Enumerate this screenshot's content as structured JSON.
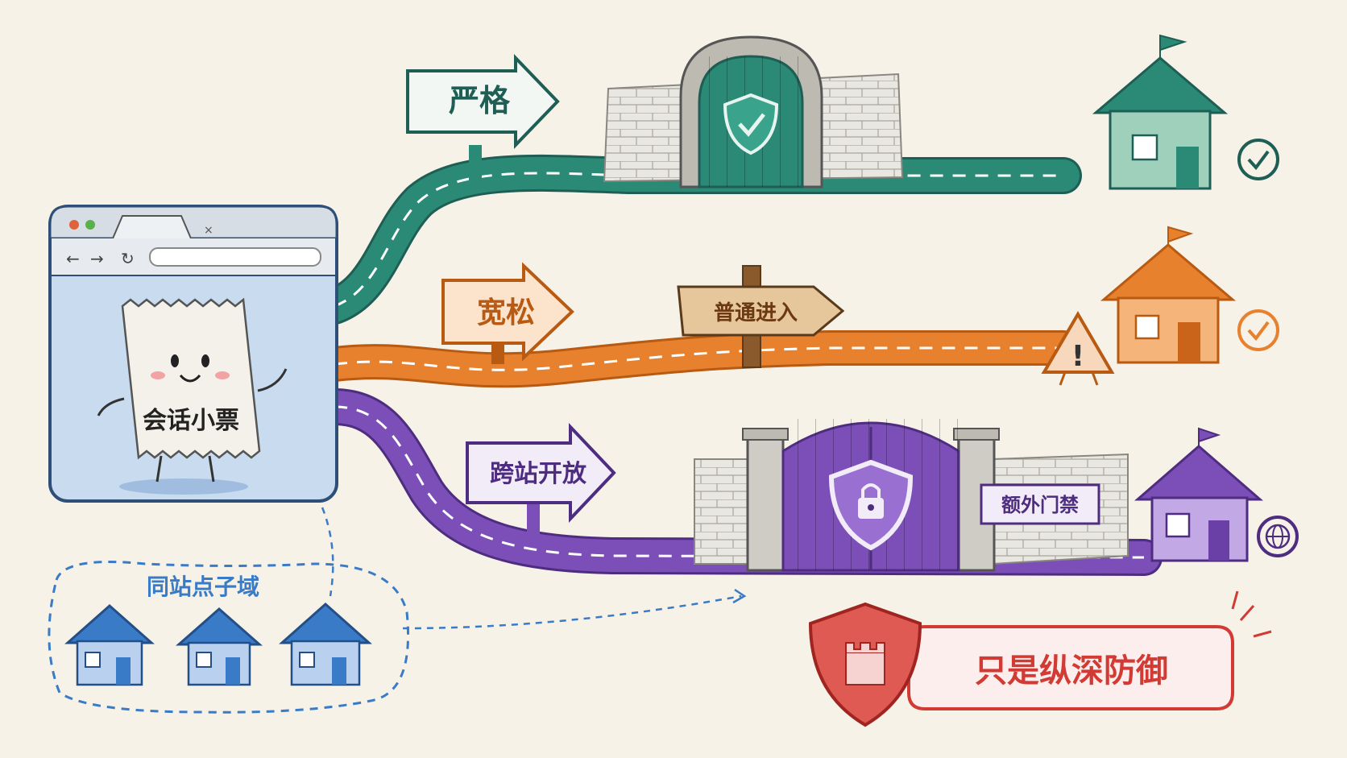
{
  "ticket": {
    "label": "会话小票"
  },
  "routes": [
    {
      "id": "strict",
      "label": "严格",
      "color": "#2a8a76",
      "dark": "#1f5e54",
      "status": "check"
    },
    {
      "id": "lax",
      "label": "宽松",
      "color": "#e8812e",
      "dark": "#b85a12",
      "status": "check-warning"
    },
    {
      "id": "none",
      "label": "跨站开放",
      "color": "#7c4fb8",
      "dark": "#4e2d80",
      "status": "globe"
    }
  ],
  "signs": {
    "normal_entry": "普通进入",
    "extra_gate": "额外门禁"
  },
  "subdomains": {
    "label": "同站点子域",
    "color": "#3a7bc8"
  },
  "defense": {
    "label": "只是纵深防御",
    "color": "#d23a34"
  },
  "icons": [
    "browser-icon",
    "shield-check-icon",
    "shield-lock-icon",
    "warning-sign-icon",
    "check-circle-icon",
    "globe-icon",
    "castle-shield-icon"
  ]
}
